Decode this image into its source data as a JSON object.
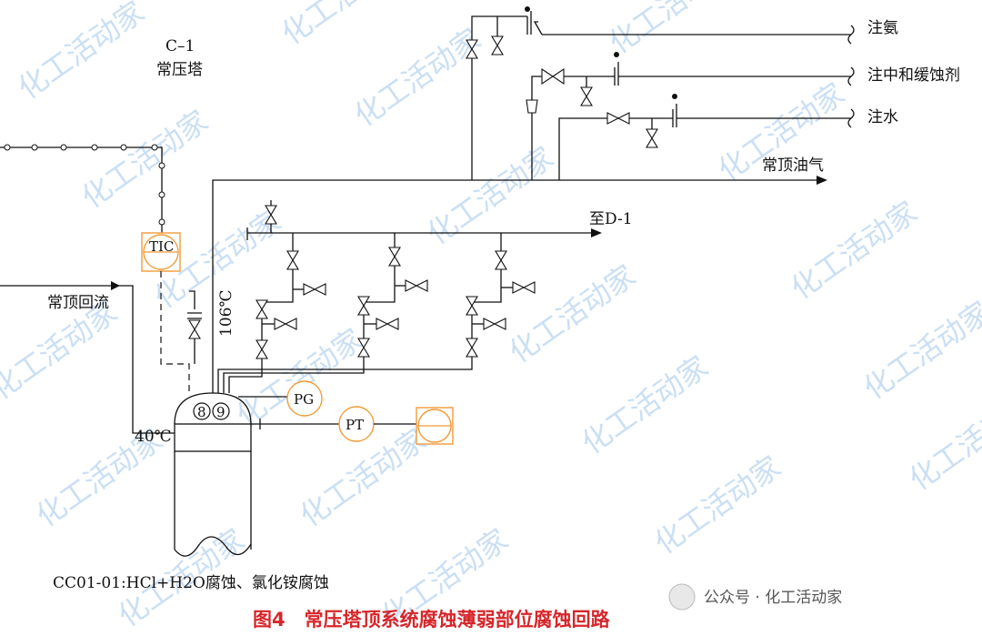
{
  "diagram": {
    "column_id": "C–1",
    "column_name": "常压塔",
    "labels": {
      "ammonia": "注氨",
      "neutralizer": "注中和缓蚀剂",
      "water": "注水",
      "overhead_gas": "常顶油气",
      "to_d1": "至D-1",
      "reflux": "常顶回流",
      "temp_top": "106℃",
      "temp_reflux": "40℃",
      "tic": "TIC",
      "pg": "PG",
      "pt": "PT",
      "loop_8": "8",
      "loop_9": "9",
      "corrosion_note": "CC01-01:HCl+H2O腐蚀、氯化铵腐蚀"
    },
    "caption": "图4　常压塔顶系统腐蚀薄弱部位腐蚀回路"
  },
  "watermark": "化工活动家",
  "footer": {
    "account": "公众号 · 化工活动家"
  },
  "colors": {
    "line": "#111111",
    "instrument": "#f29a38",
    "caption": "#d6262a",
    "watermark": "#9fc6ec"
  }
}
